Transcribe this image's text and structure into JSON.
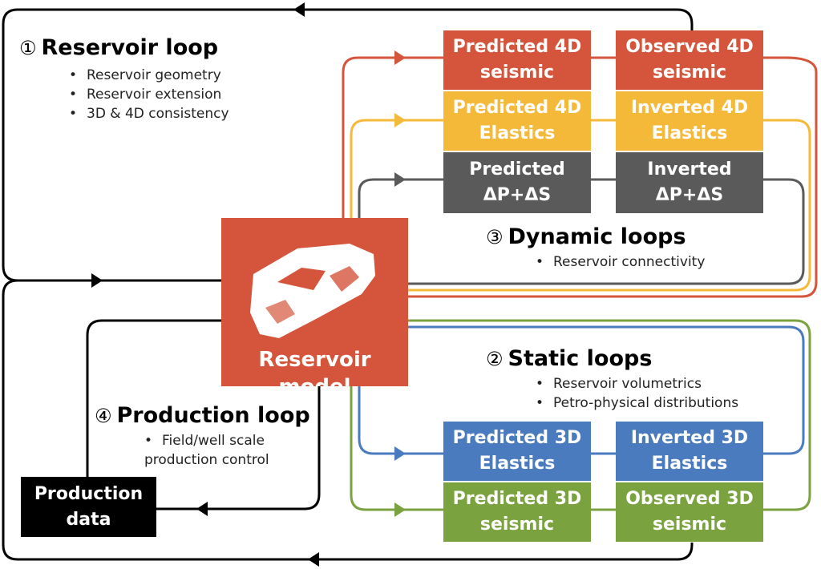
{
  "loops": {
    "reservoir": {
      "number": "①",
      "title": "Reservoir loop",
      "bullets": [
        "Reservoir geometry",
        "Reservoir extension",
        "3D & 4D consistency"
      ]
    },
    "static": {
      "number": "②",
      "title": "Static loops",
      "bullets": [
        "Reservoir volumetrics",
        "Petro-physical distributions"
      ]
    },
    "dynamic": {
      "number": "③",
      "title": "Dynamic loops",
      "bullets": [
        "Reservoir connectivity"
      ]
    },
    "production": {
      "number": "④",
      "title": "Production loop",
      "bullet_line1": "Field/well scale",
      "bullet_line2": "production control"
    }
  },
  "boxes": {
    "predicted_4d_seismic": "Predicted 4D\nseismic",
    "observed_4d_seismic": "Observed 4D\nseismic",
    "predicted_4d_elastics": "Predicted 4D\nElastics",
    "inverted_4d_elastics": "Inverted 4D\nElastics",
    "predicted_dp_ds": "Predicted\nΔP+ΔS",
    "inverted_dp_ds": "Inverted\nΔP+ΔS",
    "predicted_3d_elastics": "Predicted 3D\nElastics",
    "inverted_3d_elastics": "Inverted 3D\nElastics",
    "predicted_3d_seismic": "Predicted 3D\nseismic",
    "observed_3d_seismic": "Observed 3D\nseismic",
    "production_data": "Production\ndata",
    "reservoir_model": "Reservoir\nmodel"
  },
  "colors": {
    "red": "#d4553c",
    "yellow": "#f5b93a",
    "gray": "#5a5a5a",
    "blue": "#4a7bbf",
    "green": "#7aa33f",
    "black": "#000000"
  }
}
